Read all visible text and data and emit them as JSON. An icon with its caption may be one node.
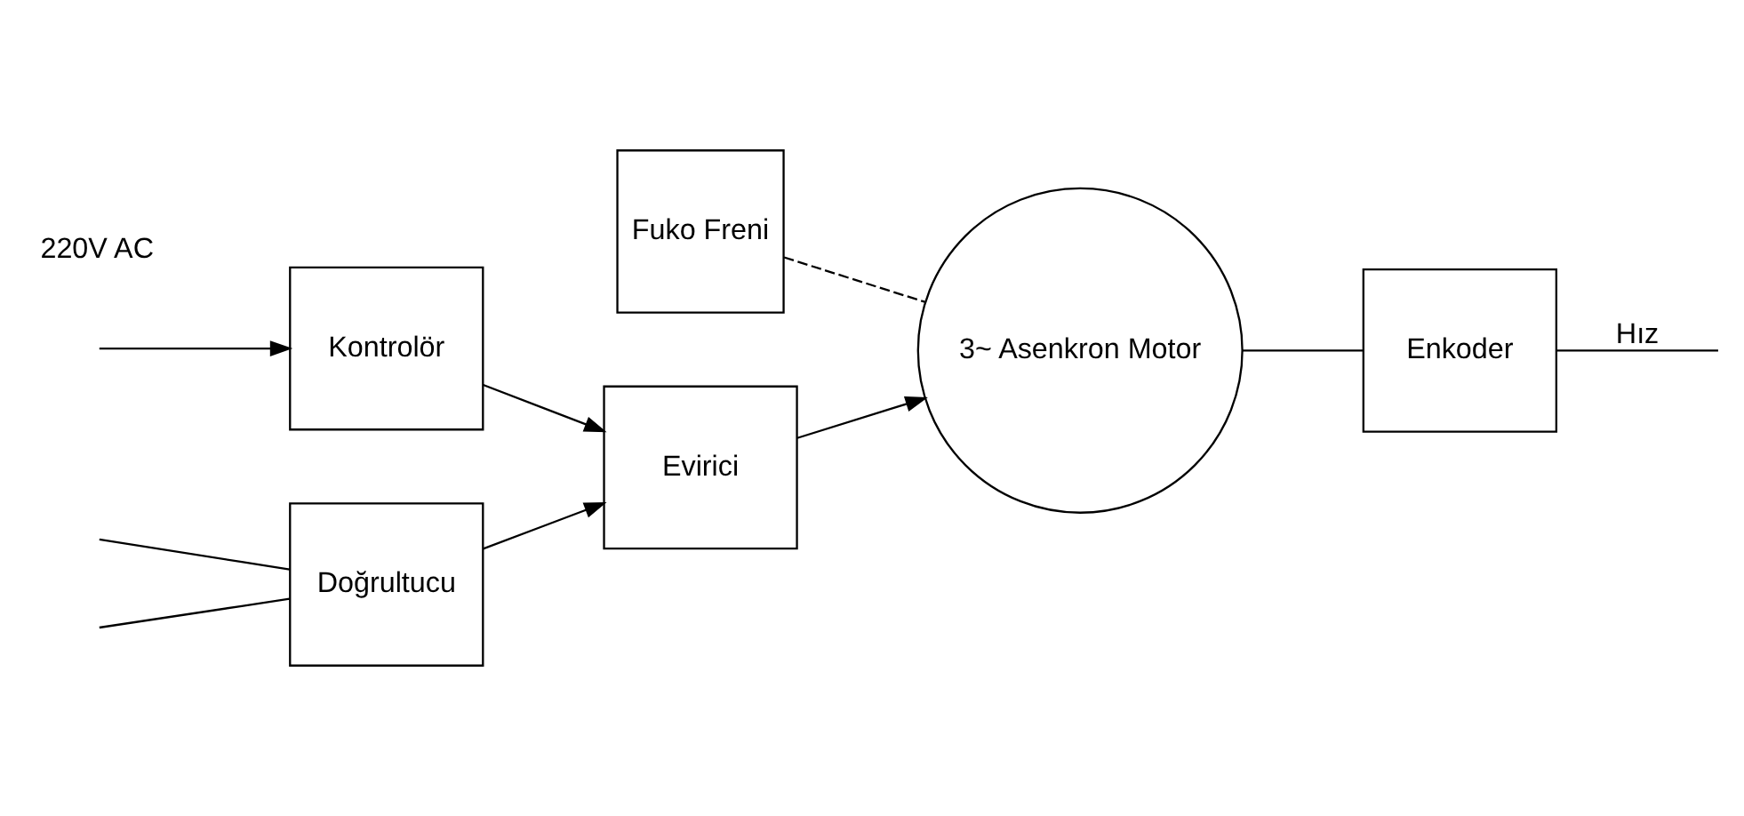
{
  "diagram": {
    "nodes": [
      {
        "text": [
          "Doğrultucu"
        ]
      },
      {
        "text": [
          "Fuko Freni"
        ]
      },
      {
        "text": [
          "Kontrolör"
        ]
      },
      {
        "text": [
          "Evirici"
        ]
      },
      {
        "text": [
          "3~ Asenkron Motor"
        ]
      },
      {
        "text": [
          "Enkoder"
        ]
      }
    ],
    "edges": [
      {
        "from": null,
        "to": 0,
        "arrow": "none"
      },
      {
        "from": null,
        "to": 0,
        "arrow": "none"
      },
      {
        "from": 0,
        "to": 3,
        "arrow": "to"
      },
      {
        "from": 1,
        "to": 4,
        "arrow": "none",
        "style": "dashed"
      },
      {
        "from": 2,
        "to": 3,
        "arrow": "to"
      },
      {
        "from": 3,
        "to": 4,
        "arrow": "to"
      },
      {
        "from": 4,
        "to": 5,
        "arrow": "none"
      },
      {
        "from": 5,
        "to": null,
        "arrow": "none",
        "label": "Hız"
      },
      {
        "from": null,
        "to": 2,
        "arrow": "to"
      }
    ],
    "labels": [
      "220V AC"
    ]
  }
}
